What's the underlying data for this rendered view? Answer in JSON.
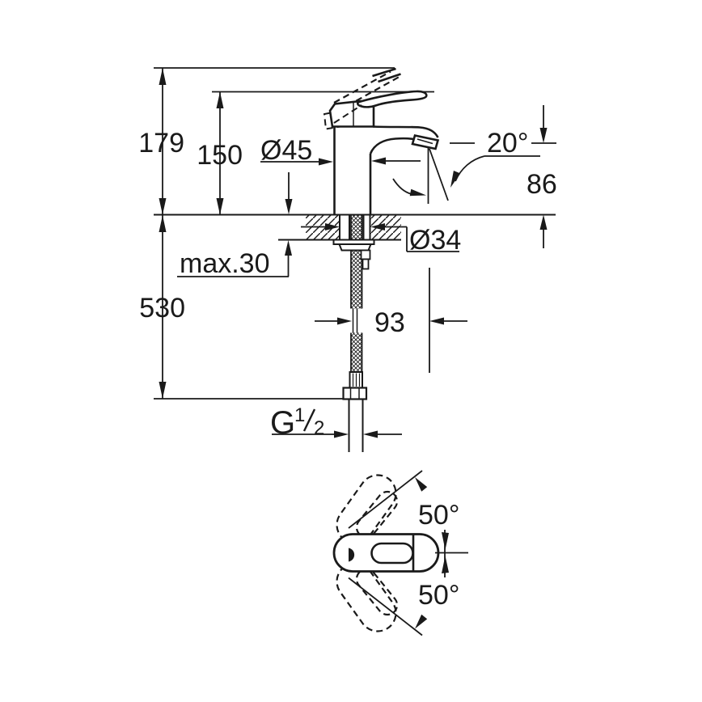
{
  "labels": {
    "total_height": "179",
    "handle_height": "150",
    "body_diameter": "Ø45",
    "spray_angle": "20°",
    "spout_height": "86",
    "hole_diameter": "Ø34",
    "mounting_thickness": "max.30",
    "hose_length": "530",
    "spout_reach": "93",
    "thread_letter": "G",
    "thread_numerator": "1",
    "thread_denominator": "2",
    "handle_swing_up": "50°",
    "handle_swing_down": "50°"
  },
  "colors": {
    "line": "#1a1a1a",
    "background": "#ffffff"
  }
}
